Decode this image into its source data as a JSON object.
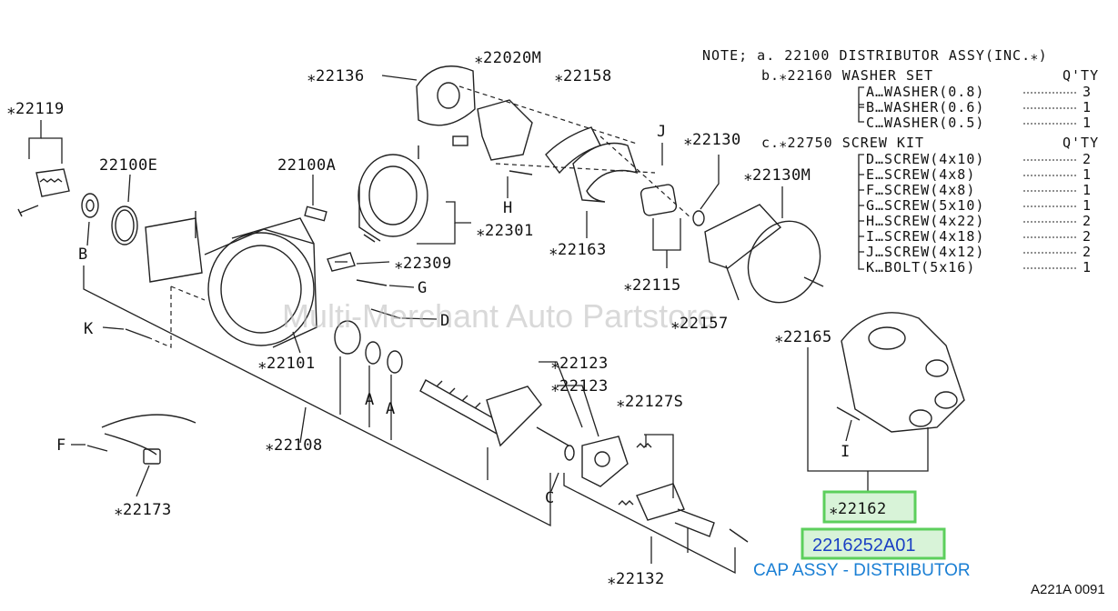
{
  "callouts": {
    "c22136": "⁎22136",
    "c22020M": "⁎22020M",
    "c22158": "⁎22158",
    "c22119": "⁎22119",
    "c22100E": "22100E",
    "c22100A": "22100A",
    "c22301": "⁎22301",
    "c22163": "⁎22163",
    "c22130": "⁎22130",
    "c22130M": "⁎22130M",
    "c22309": "⁎22309",
    "c22115": "⁎22115",
    "c22157": "⁎22157",
    "c22165": "⁎22165",
    "c22101": "⁎22101",
    "c22123a": "⁎22123",
    "c22123b": "⁎22123",
    "c22127S": "⁎22127S",
    "c22108": "⁎22108",
    "c22173": "⁎22173",
    "c22132": "⁎22132",
    "c22162": "⁎22162"
  },
  "letters": {
    "J": "J",
    "H": "H",
    "G": "G",
    "D": "D",
    "K": "K",
    "B": "B",
    "A1": "A",
    "A2": "A",
    "F": "F",
    "C": "C",
    "I": "I"
  },
  "note": {
    "line1": "NOTE; a. 22100 DISTRIBUTOR ASSY(INC.⁎)",
    "line2": "b.⁎22160 WASHER SET",
    "qty1": "Q'TY",
    "washers": [
      {
        "text": "A…WASHER(0.8)",
        "qty": "3"
      },
      {
        "text": "B…WASHER(0.6)",
        "qty": "1"
      },
      {
        "text": "C…WASHER(0.5)",
        "qty": "1"
      }
    ],
    "line3": "c.⁎22750 SCREW KIT",
    "qty2": "Q'TY",
    "screws": [
      {
        "text": "D…SCREW(4x10)",
        "qty": "2"
      },
      {
        "text": "E…SCREW(4x8)",
        "qty": "1"
      },
      {
        "text": "F…SCREW(4x8)",
        "qty": "1"
      },
      {
        "text": "G…SCREW(5x10)",
        "qty": "1"
      },
      {
        "text": "H…SCREW(4x22)",
        "qty": "2"
      },
      {
        "text": "I…SCREW(4x18)",
        "qty": "2"
      },
      {
        "text": "J…SCREW(4x12)",
        "qty": "2"
      },
      {
        "text": "K…BOLT(5x16)",
        "qty": "1"
      }
    ]
  },
  "watermark": "Multi-Merchant Auto Partstore",
  "highlight": {
    "part_number": "2216252A01",
    "description": "CAP ASSY - DISTRIBUTOR",
    "color_box": "#5ccf5c",
    "color_part": "#1a3fc4",
    "color_desc": "#1a7fd4"
  },
  "diagram_ref": "A221A 0091"
}
